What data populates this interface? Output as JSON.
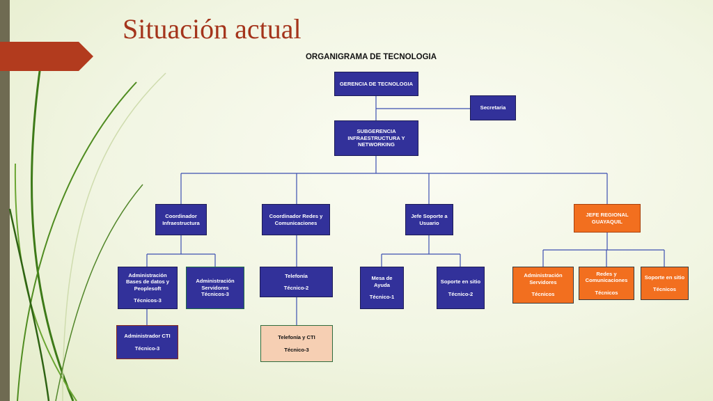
{
  "slide": {
    "title": "Situación actual"
  },
  "chart": {
    "title": "ORGANIGRAMA DE TECNOLOGIA"
  },
  "nodes": {
    "gerencia": "GERENCIA DE TECNOLOGIA",
    "secretaria": "Secretaria",
    "subgerencia": "SUBGERENCIA INFRAESTRUCTURA Y NETWORKING",
    "coord_infra": "Coordinador Infraestructura",
    "coord_redes": "Coordinador Redes y Comunicaciones",
    "jefe_soporte": "Jefe Soporte a Usuario",
    "jefe_regional": "JEFE REGIONAL GUAYAQUIL",
    "admin_bd": {
      "title": "Administración Bases de datos y Peoplesoft",
      "staff": "Técnicos-3"
    },
    "admin_serv": {
      "title": "Administración Servidores",
      "staff": "Técnicos-3"
    },
    "admin_cti": {
      "title": "Administrador CTI",
      "staff": "Técnico-3"
    },
    "telefonia": {
      "title": "Telefonía",
      "staff": "Técnico-2"
    },
    "telefonia_cti": {
      "title": "Telefonía y CTI",
      "staff": "Técnico-3"
    },
    "mesa_ayuda": {
      "title": "Mesa de Ayuda",
      "staff": "Técnico-1"
    },
    "soporte_sitio": {
      "title": "Soporte en sitio",
      "staff": "Técnico-2"
    },
    "gye_admin_serv": {
      "title": "Administración Servidores",
      "staff": "Técnicos"
    },
    "gye_redes": {
      "title": "Redes y Comunicaciones",
      "staff": "Técnicos"
    },
    "gye_soporte": {
      "title": "Soporte en sitio",
      "staff": "Técnicos"
    }
  },
  "colors": {
    "node_fill": "#32319a",
    "regional_fill": "#f26f1f",
    "cti_fill": "#f6cfb3",
    "connector": "#3c4fb0",
    "title": "#a4341b",
    "ribbon": "#b23b1e"
  }
}
